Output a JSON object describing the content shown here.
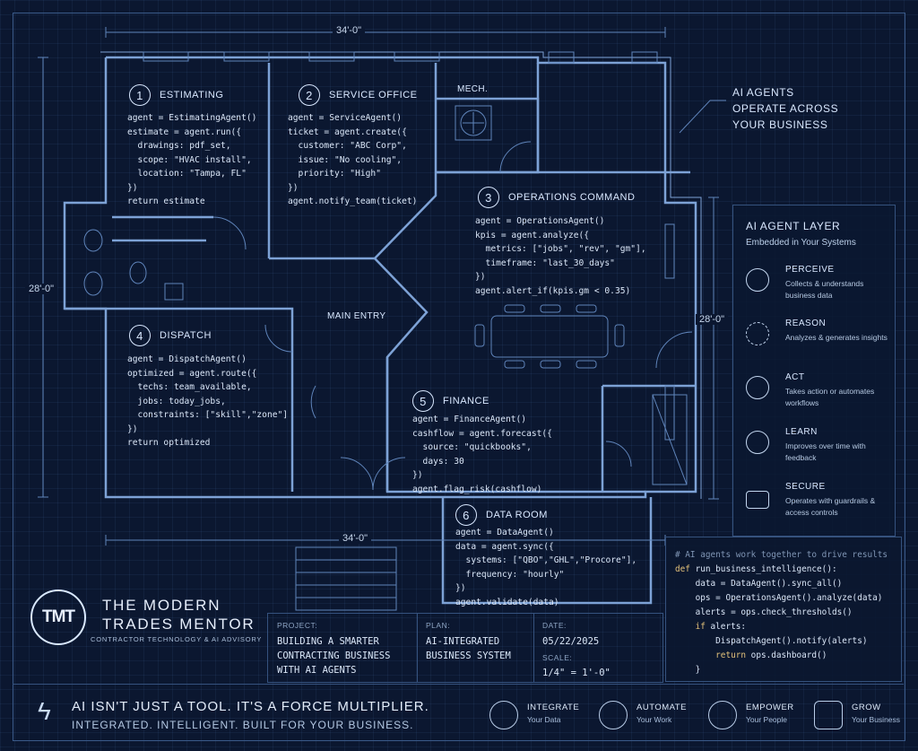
{
  "dimensions": {
    "top": "34'-0\"",
    "bottom": "34'-0\"",
    "left": "28'-0\"",
    "right": "28'-0\""
  },
  "rooms": [
    {
      "num": "1",
      "name": "ESTIMATING",
      "code": "agent = EstimatingAgent()\nestimate = agent.run({\n  drawings: pdf_set,\n  scope: \"HVAC install\",\n  location: \"Tampa, FL\"\n})\nreturn estimate"
    },
    {
      "num": "2",
      "name": "SERVICE OFFICE",
      "code": "agent = ServiceAgent()\nticket = agent.create({\n  customer: \"ABC Corp\",\n  issue: \"No cooling\",\n  priority: \"High\"\n})\nagent.notify_team(ticket)"
    },
    {
      "num": "3",
      "name": "OPERATIONS COMMAND",
      "code": "agent = OperationsAgent()\nkpis = agent.analyze({\n  metrics: [\"jobs\", \"rev\", \"gm\"],\n  timeframe: \"last_30_days\"\n})\nagent.alert_if(kpis.gm < 0.35)"
    },
    {
      "num": "4",
      "name": "DISPATCH",
      "code": "agent = DispatchAgent()\noptimized = agent.route({\n  techs: team_available,\n  jobs: today_jobs,\n  constraints: [\"skill\",\"zone\"]\n})\nreturn optimized"
    },
    {
      "num": "5",
      "name": "FINANCE",
      "code": "agent = FinanceAgent()\ncashflow = agent.forecast({\n  source: \"quickbooks\",\n  days: 30\n})\nagent.flag_risk(cashflow)"
    },
    {
      "num": "6",
      "name": "DATA ROOM",
      "code": "agent = DataAgent()\ndata = agent.sync({\n  systems: [\"QBO\",\"GHL\",\"Procore\"],\n  frequency: \"hourly\"\n})\nagent.validate(data)"
    }
  ],
  "labels": {
    "mech": "MECH.",
    "main_entry": "MAIN ENTRY"
  },
  "callout": "AI AGENTS\nOPERATE ACROSS\nYOUR BUSINESS",
  "panel": {
    "title": "AI AGENT LAYER",
    "subtitle": "Embedded in Your Systems",
    "items": [
      {
        "title": "PERCEIVE",
        "desc": "Collects & understands business data",
        "icon": "eye-icon"
      },
      {
        "title": "REASON",
        "desc": "Analyzes & generates insights",
        "icon": "brain-icon"
      },
      {
        "title": "ACT",
        "desc": "Takes action or automates workflows",
        "icon": "target-icon"
      },
      {
        "title": "LEARN",
        "desc": "Improves over time with feedback",
        "icon": "cycle-icon"
      },
      {
        "title": "SECURE",
        "desc": "Operates with guardrails & access controls",
        "icon": "lock-icon"
      }
    ]
  },
  "workflow_code": {
    "comment": "# AI agents work together to drive results",
    "def": "def",
    "signature": " run_business_intelligence():",
    "lines": [
      "    data = DataAgent().sync_all()",
      "    ops = OperationsAgent().analyze(data)",
      "    alerts = ops.check_thresholds()"
    ],
    "if_kw": "    if",
    "if_rest": " alerts:",
    "if_body": "        DispatchAgent().notify(alerts)",
    "return_kw": "        return",
    "return_rest": " ops.dashboard()",
    "close": "    }"
  },
  "brand": {
    "logo": "TMT",
    "name": "THE MODERN\nTRADES MENTOR",
    "tagline": "CONTRACTOR TECHNOLOGY & AI ADVISORY"
  },
  "title_block": {
    "project_label": "PROJECT:",
    "project": "BUILDING A SMARTER\nCONTRACTING BUSINESS\nWITH AI AGENTS",
    "plan_label": "PLAN:",
    "plan": "AI-INTEGRATED\nBUSINESS SYSTEM",
    "date_label": "DATE:",
    "date": "05/22/2025",
    "scale_label": "SCALE:",
    "scale": "1/4\" = 1'-0\""
  },
  "footer": {
    "headline": "AI ISN'T JUST A TOOL. IT'S A FORCE MULTIPLIER.",
    "subline": "INTEGRATED. INTELLIGENT. BUILT FOR YOUR BUSINESS.",
    "items": [
      {
        "title": "INTEGRATE",
        "sub": "Your Data",
        "icon": "network-icon"
      },
      {
        "title": "AUTOMATE",
        "sub": "Your Work",
        "icon": "gear-icon"
      },
      {
        "title": "EMPOWER",
        "sub": "Your People",
        "icon": "people-icon"
      },
      {
        "title": "GROW",
        "sub": "Your Business",
        "icon": "growth-chart-icon"
      }
    ]
  },
  "colors": {
    "background": "#0b1730",
    "lines": "#7da2d6",
    "text": "#d9e8ff"
  }
}
